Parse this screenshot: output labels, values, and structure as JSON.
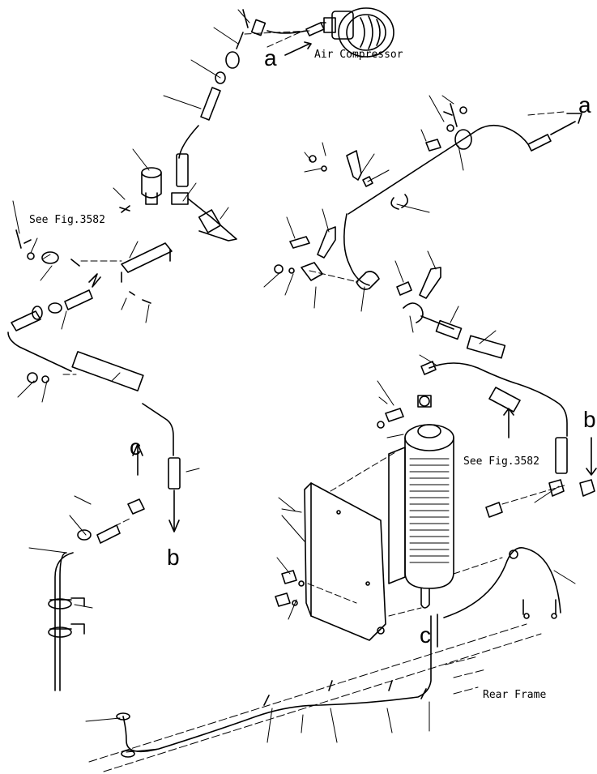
{
  "labels": {
    "air_compressor": "Air Compressor",
    "see_fig_left": "See Fig.3582",
    "see_fig_right": "See Fig.3582",
    "rear_frame": "Rear Frame",
    "a_top": "a",
    "a_right": "a",
    "b_left": "b",
    "b_right": "b",
    "c_left": "c",
    "c_bottom": "c"
  },
  "colors": {
    "ink": "#000000",
    "paper": "#ffffff"
  }
}
